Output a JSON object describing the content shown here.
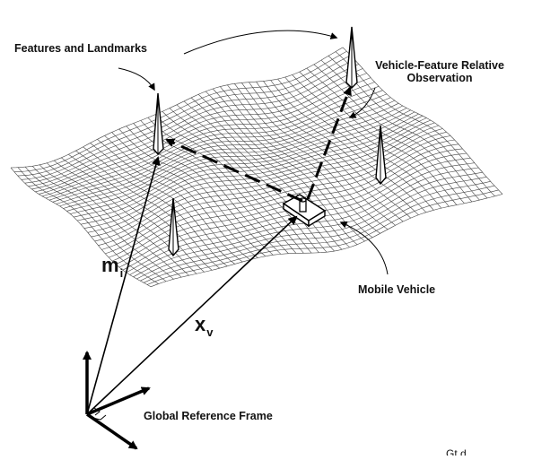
{
  "labels": {
    "features": "Features and Landmarks",
    "observation_line1": "Vehicle-Feature Relative",
    "observation_line2": "Observation",
    "vehicle": "Mobile Vehicle",
    "frame": "Global Reference Frame",
    "landmark_symbol": "m",
    "landmark_subscript": "i",
    "vehicle_symbol": "x",
    "vehicle_subscript": "v",
    "cut_text": "Gt   d"
  },
  "colors": {
    "line": "#000000",
    "mesh": "#444444",
    "landmark_fill": "#ffffff"
  }
}
